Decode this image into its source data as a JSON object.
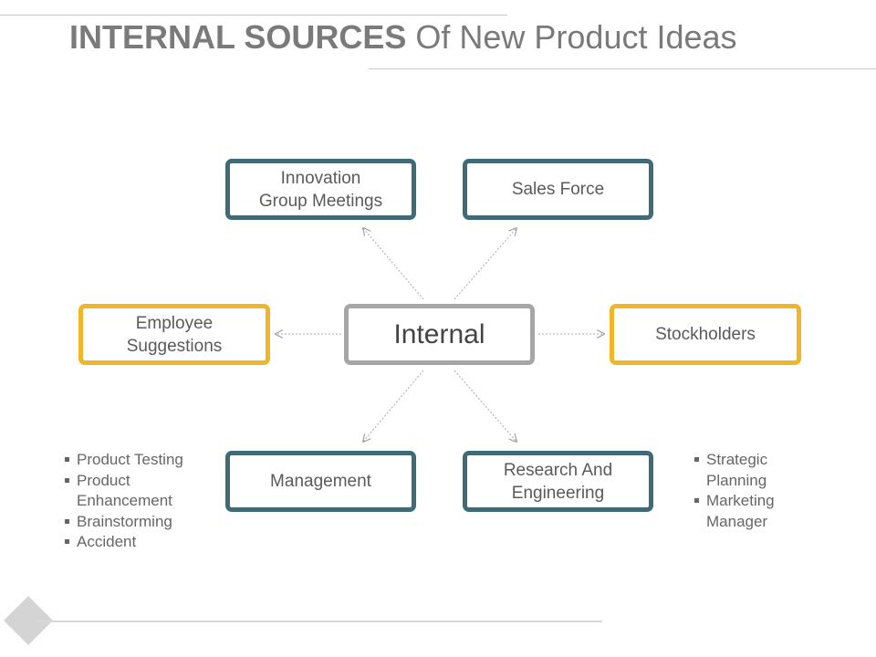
{
  "title": {
    "bold": "INTERNAL SOURCES",
    "rest": " Of New Product Ideas"
  },
  "center": {
    "label": "Internal"
  },
  "nodes": {
    "innovation": "Innovation\nGroup Meetings",
    "sales": "Sales Force",
    "employee": "Employee\nSuggestions",
    "stockholders": "Stockholders",
    "management": "Management",
    "research": "Research And\nEngineering"
  },
  "bullets_left": [
    "Product Testing",
    "Product\nEnhancement",
    "Brainstorming",
    "Accident"
  ],
  "bullets_right": [
    "Strategic\nPlanning",
    "Marketing\nManager"
  ],
  "colors": {
    "teal": "#406b76",
    "gold": "#efb62a",
    "center": "#a6a6a6"
  }
}
